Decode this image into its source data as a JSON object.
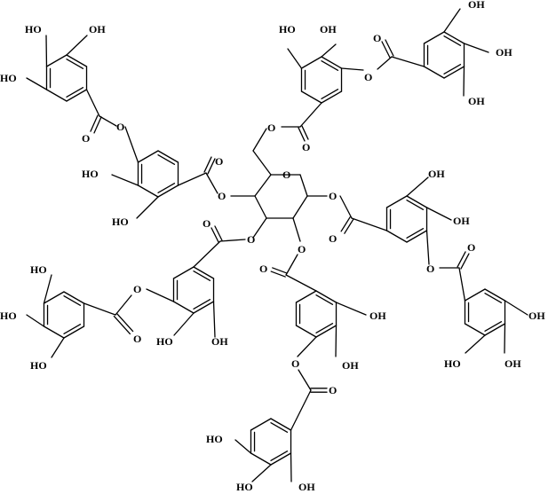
{
  "labels": {
    "hydroxyl": "OH",
    "hydroxyl_left": "HO",
    "oxygen": "O"
  }
}
